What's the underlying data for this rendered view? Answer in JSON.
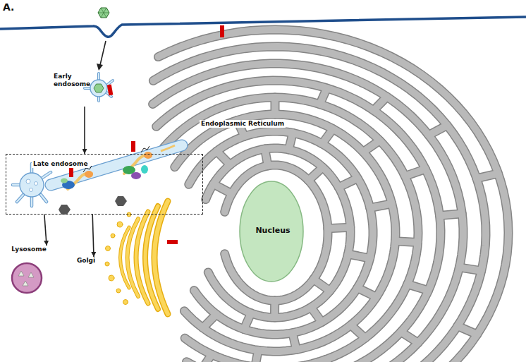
{
  "diagram": {
    "nodes": [
      {
        "text": [
          "Early endosome"
        ]
      },
      {
        "text": [
          "Late endosome"
        ]
      },
      {
        "text": [
          "Lysosome"
        ]
      },
      {
        "text": [
          "Golgi"
        ]
      },
      {
        "text": [
          "Nucleus"
        ]
      }
    ],
    "edges": [
      {
        "from": 0,
        "to": 1,
        "arrow": "to"
      },
      {
        "from": 1,
        "to": 2,
        "arrow": "to"
      },
      {
        "from": 1,
        "to": 3,
        "arrow": "to"
      }
    ],
    "labels": [
      "A.",
      "Endoplasmic Reticulum"
    ]
  }
}
